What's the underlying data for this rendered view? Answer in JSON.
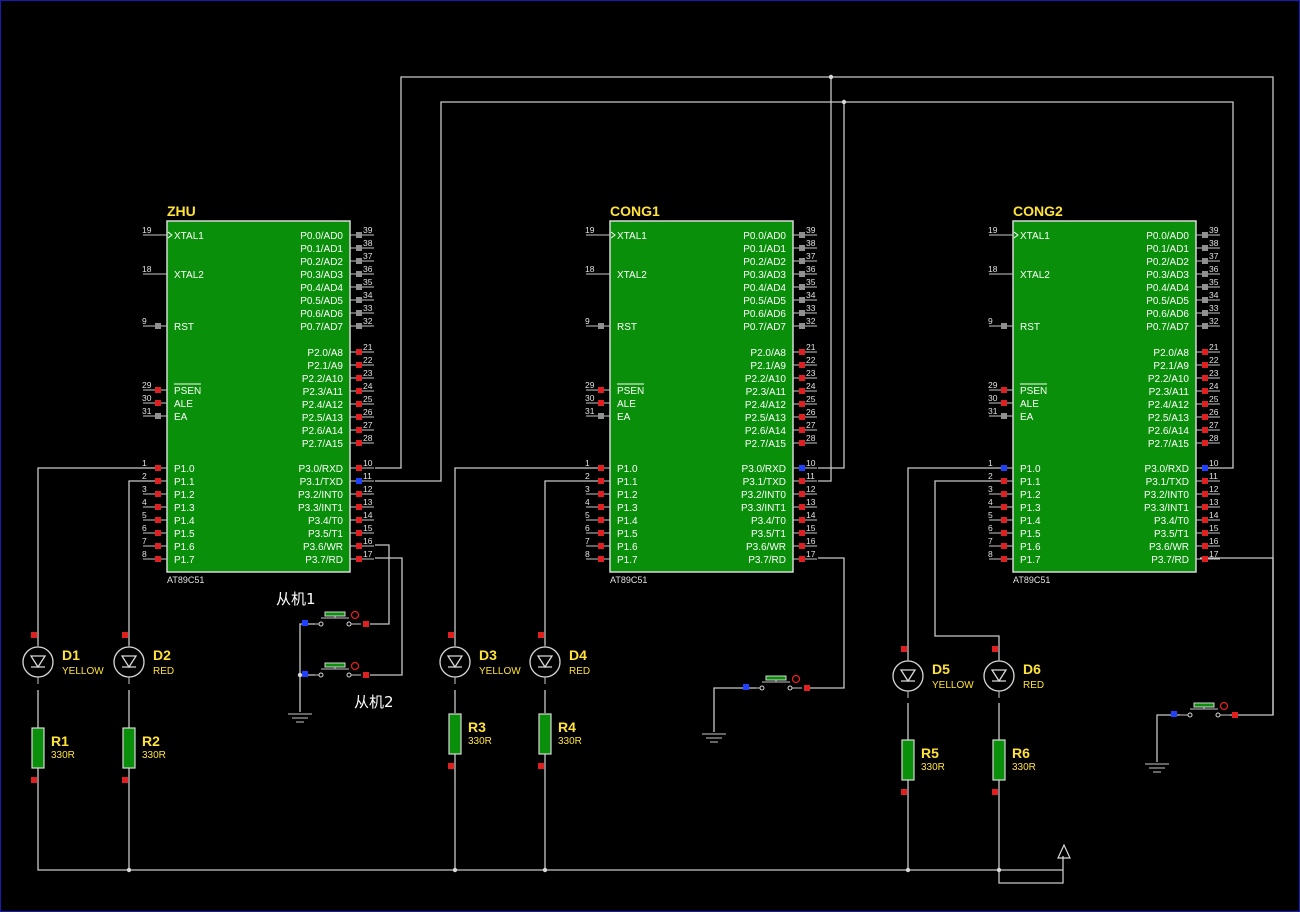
{
  "colors": {
    "background": "#000000",
    "wire": "#c8c8c8",
    "chip_fill": "#0a8f0a",
    "label": "#ffe23a",
    "pin_red": "#e02020",
    "pin_blue": "#2040ff",
    "pin_gray": "#909090"
  },
  "chips": [
    {
      "name": "ZHU",
      "part": "AT89C51"
    },
    {
      "name": "CONG1",
      "part": "AT89C51"
    },
    {
      "name": "CONG2",
      "part": "AT89C51"
    }
  ],
  "left_pins": [
    {
      "num": "19",
      "label": "XTAL1"
    },
    {
      "num": "18",
      "label": "XTAL2"
    },
    {
      "num": "9",
      "label": "RST"
    },
    {
      "num": "29",
      "label": "PSEN"
    },
    {
      "num": "30",
      "label": "ALE"
    },
    {
      "num": "31",
      "label": "EA"
    },
    {
      "num": "1",
      "label": "P1.0"
    },
    {
      "num": "2",
      "label": "P1.1"
    },
    {
      "num": "3",
      "label": "P1.2"
    },
    {
      "num": "4",
      "label": "P1.3"
    },
    {
      "num": "5",
      "label": "P1.4"
    },
    {
      "num": "6",
      "label": "P1.5"
    },
    {
      "num": "7",
      "label": "P1.6"
    },
    {
      "num": "8",
      "label": "P1.7"
    }
  ],
  "right_pins": [
    {
      "num": "39",
      "label": "P0.0/AD0"
    },
    {
      "num": "38",
      "label": "P0.1/AD1"
    },
    {
      "num": "37",
      "label": "P0.2/AD2"
    },
    {
      "num": "36",
      "label": "P0.3/AD3"
    },
    {
      "num": "35",
      "label": "P0.4/AD4"
    },
    {
      "num": "34",
      "label": "P0.5/AD5"
    },
    {
      "num": "33",
      "label": "P0.6/AD6"
    },
    {
      "num": "32",
      "label": "P0.7/AD7"
    },
    {
      "num": "21",
      "label": "P2.0/A8"
    },
    {
      "num": "22",
      "label": "P2.1/A9"
    },
    {
      "num": "23",
      "label": "P2.2/A10"
    },
    {
      "num": "24",
      "label": "P2.3/A11"
    },
    {
      "num": "25",
      "label": "P2.4/A12"
    },
    {
      "num": "26",
      "label": "P2.5/A13"
    },
    {
      "num": "27",
      "label": "P2.6/A14"
    },
    {
      "num": "28",
      "label": "P2.7/A15"
    },
    {
      "num": "10",
      "label": "P3.0/RXD"
    },
    {
      "num": "11",
      "label": "P3.1/TXD"
    },
    {
      "num": "12",
      "label": "P3.2/INT0"
    },
    {
      "num": "13",
      "label": "P3.3/INT1"
    },
    {
      "num": "14",
      "label": "P3.4/T0"
    },
    {
      "num": "15",
      "label": "P3.5/T1"
    },
    {
      "num": "16",
      "label": "P3.6/WR"
    },
    {
      "num": "17",
      "label": "P3.7/RD"
    }
  ],
  "leds": [
    {
      "name": "D1",
      "color": "YELLOW"
    },
    {
      "name": "D2",
      "color": "RED"
    },
    {
      "name": "D3",
      "color": "YELLOW"
    },
    {
      "name": "D4",
      "color": "RED"
    },
    {
      "name": "D5",
      "color": "YELLOW"
    },
    {
      "name": "D6",
      "color": "RED"
    }
  ],
  "resistors": [
    {
      "name": "R1",
      "value": "330R"
    },
    {
      "name": "R2",
      "value": "330R"
    },
    {
      "name": "R3",
      "value": "330R"
    },
    {
      "name": "R4",
      "value": "330R"
    },
    {
      "name": "R5",
      "value": "330R"
    },
    {
      "name": "R6",
      "value": "330R"
    }
  ],
  "switch_labels": {
    "slave1": "从机1",
    "slave2": "从机2"
  }
}
